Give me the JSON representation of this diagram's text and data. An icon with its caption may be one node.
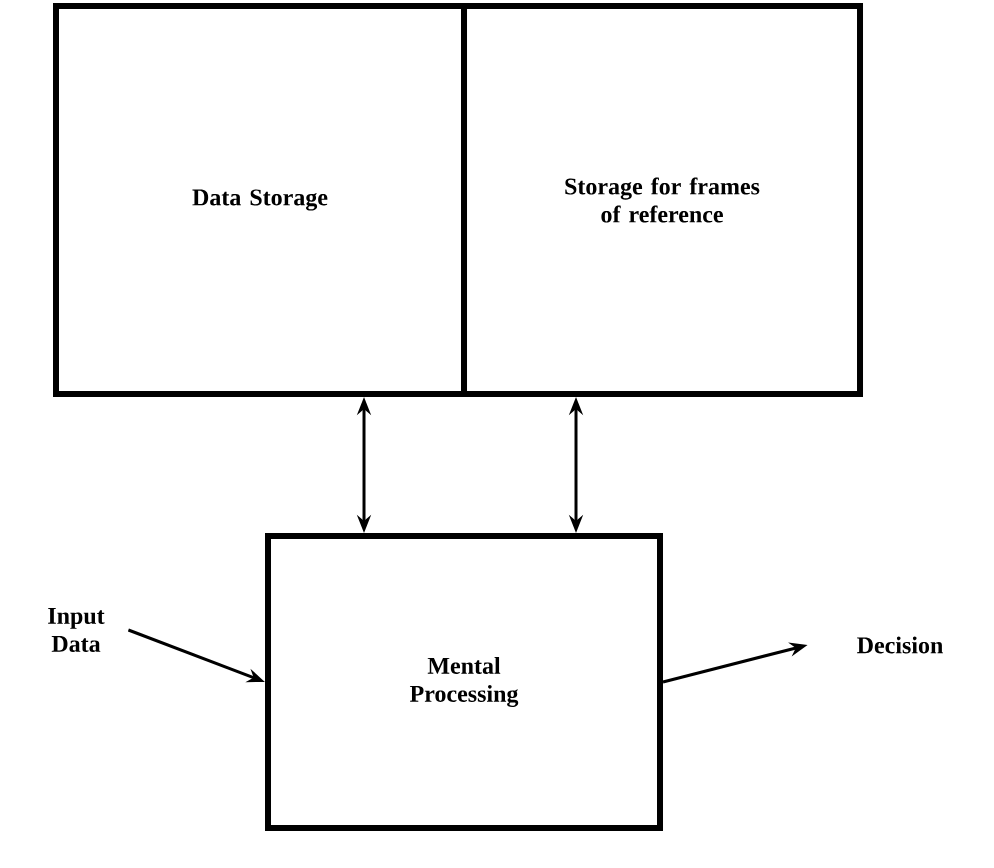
{
  "diagram": {
    "nodes": [
      {
        "text": [
          "Data Storage"
        ]
      },
      {
        "text": [
          "Storage for frames of reference"
        ]
      },
      {
        "text": [
          "Mental Processing"
        ]
      },
      {
        "text": [
          "Input Data"
        ]
      },
      {
        "text": [
          "Decision"
        ]
      }
    ],
    "edges": [
      {
        "from": 0,
        "to": 2,
        "arrow": "both"
      },
      {
        "from": 1,
        "to": 2,
        "arrow": "both"
      },
      {
        "from": 3,
        "to": 2,
        "arrow": "to"
      },
      {
        "from": 2,
        "to": 4,
        "arrow": "to"
      }
    ]
  }
}
